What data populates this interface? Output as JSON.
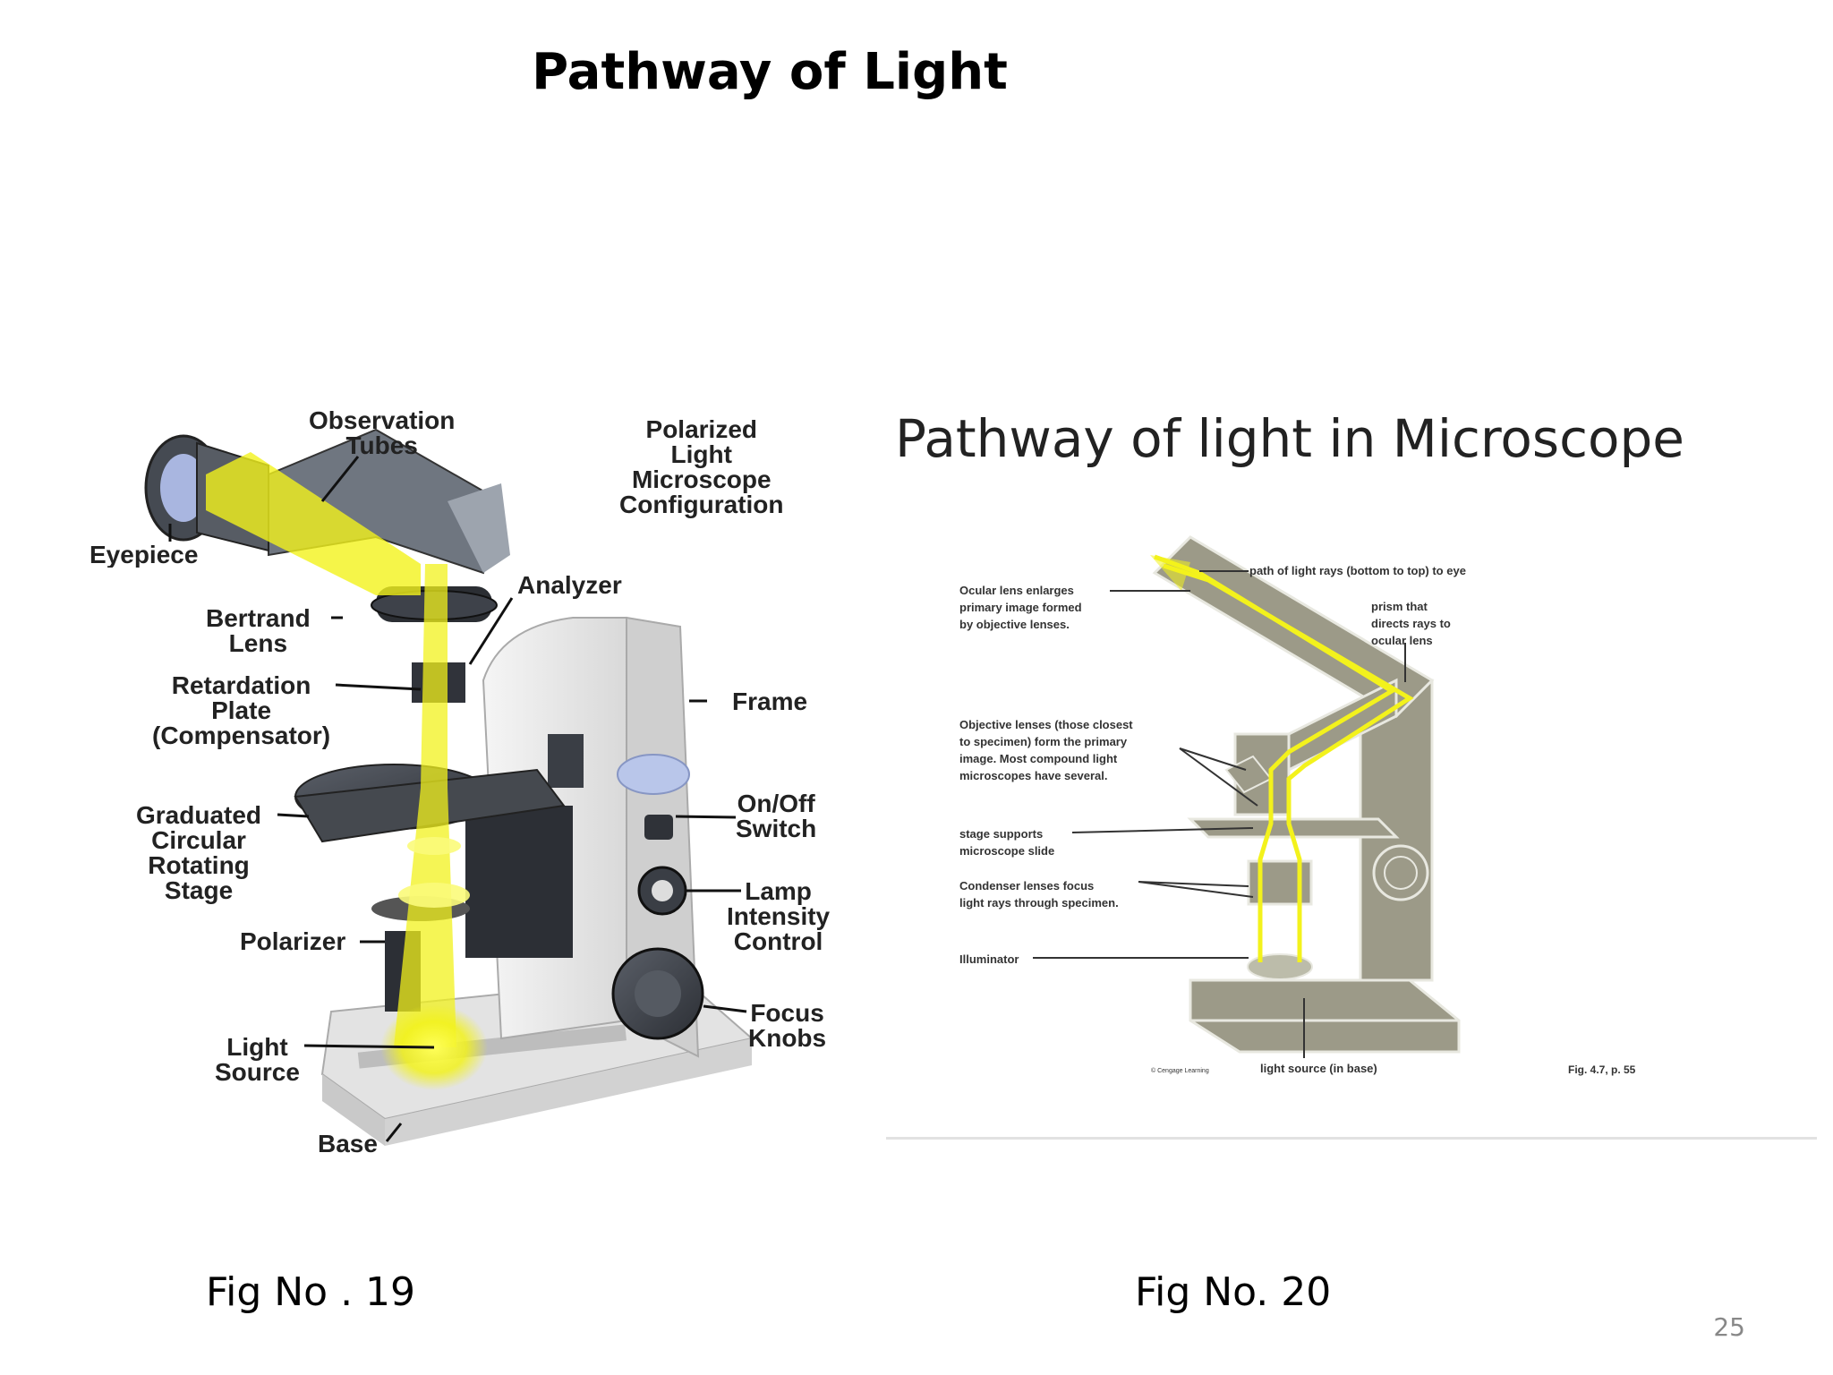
{
  "slide": {
    "title": "Pathway of Light",
    "page_number": "25"
  },
  "figure19": {
    "caption": "Fig No .  19",
    "config_title": [
      "Polarized",
      "Light",
      "Microscope",
      "Configuration"
    ],
    "labels": {
      "observation_tubes": [
        "Observation",
        "Tubes"
      ],
      "eyepiece": "Eyepiece",
      "analyzer": "Analyzer",
      "bertrand_lens": [
        "Bertrand",
        "Lens"
      ],
      "retardation_plate": [
        "Retardation",
        "Plate",
        "(Compensator)"
      ],
      "frame": "Frame",
      "graduated_stage": [
        "Graduated",
        "Circular",
        "Rotating",
        "Stage"
      ],
      "on_off_switch": [
        "On/Off",
        "Switch"
      ],
      "lamp_intensity": [
        "Lamp",
        "Intensity",
        "Control"
      ],
      "polarizer": "Polarizer",
      "focus_knobs": [
        "Focus",
        "Knobs"
      ],
      "light_source": [
        "Light",
        "Source"
      ],
      "base": "Base"
    },
    "colors": {
      "light_beam": "#f2f21c",
      "body": "#e9e9e9",
      "dark": "#3d4148"
    }
  },
  "figure20": {
    "caption": "Fig No. 20",
    "title": "Pathway of light in Microscope",
    "labels": {
      "ocular": [
        "Ocular lens enlarges",
        "primary image formed",
        "by objective lenses."
      ],
      "path": "path of light rays (bottom to top) to eye",
      "prism": [
        "prism that",
        "directs rays to",
        "ocular lens"
      ],
      "objective": [
        "Objective lenses (those closest",
        "to specimen) form the primary",
        "image. Most compound light",
        "microscopes have several."
      ],
      "stage": [
        "stage supports",
        "microscope slide"
      ],
      "condenser": [
        "Condenser lenses focus",
        "light rays through specimen."
      ],
      "illuminator": "Illuminator",
      "light_source": "light source (in base)",
      "copyright": "© Cengage Learning",
      "fig_ref": "Fig. 4.7, p. 55"
    },
    "colors": {
      "body": "#9c9a88",
      "light_beam": "#f3f21c"
    }
  }
}
